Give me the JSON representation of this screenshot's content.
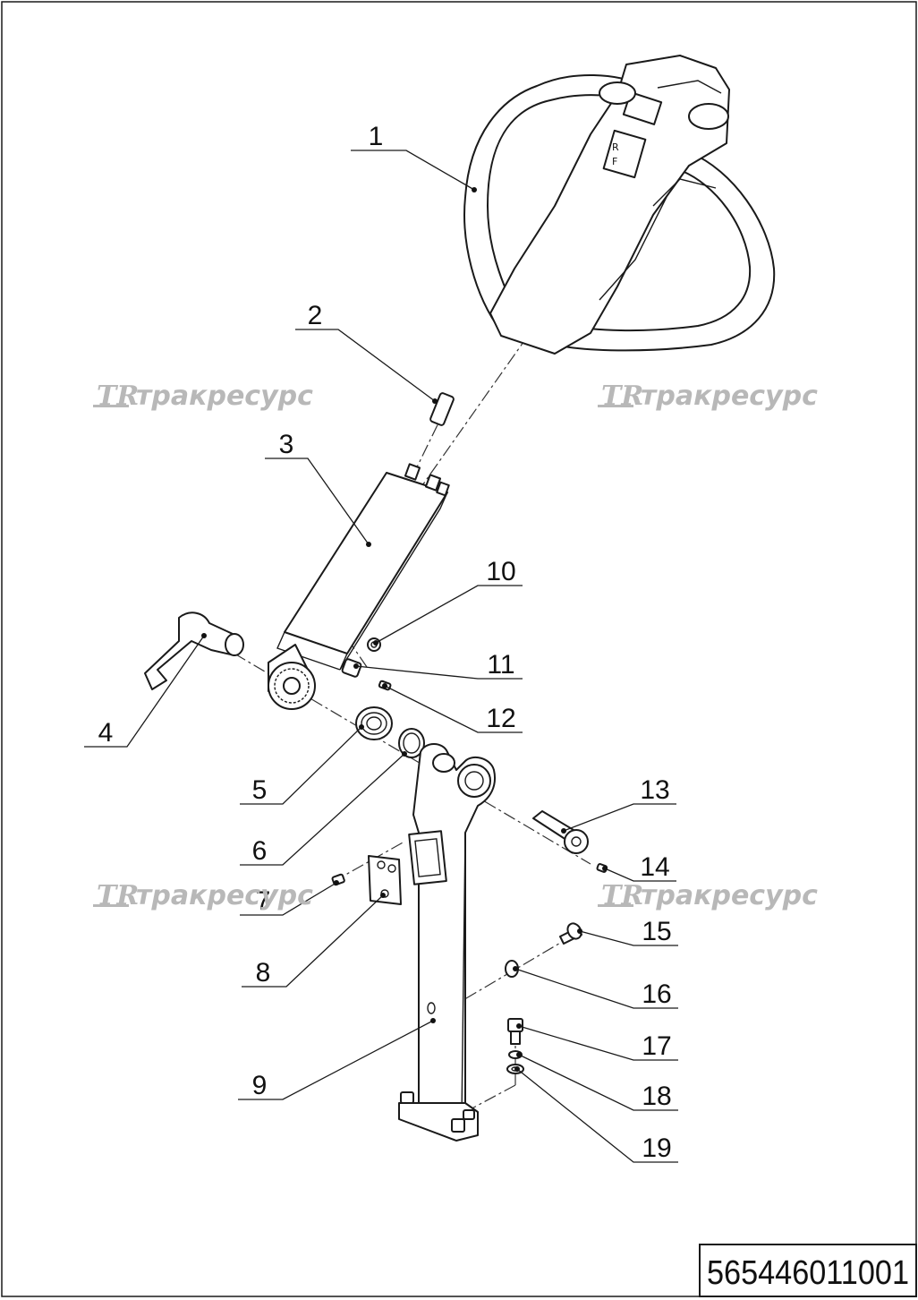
{
  "drawing": {
    "document_number": "565446011001",
    "watermarks": [
      {
        "logo": "TR",
        "text": "тракресурс"
      },
      {
        "logo": "TR",
        "text": "тракресурс"
      },
      {
        "logo": "TR",
        "text": "тракресурс"
      },
      {
        "logo": "TR",
        "text": "тракресурс"
      }
    ],
    "callouts": [
      "1",
      "2",
      "3",
      "4",
      "5",
      "6",
      "7",
      "8",
      "9",
      "10",
      "11",
      "12",
      "13",
      "14",
      "15",
      "16",
      "17",
      "18",
      "19"
    ]
  }
}
